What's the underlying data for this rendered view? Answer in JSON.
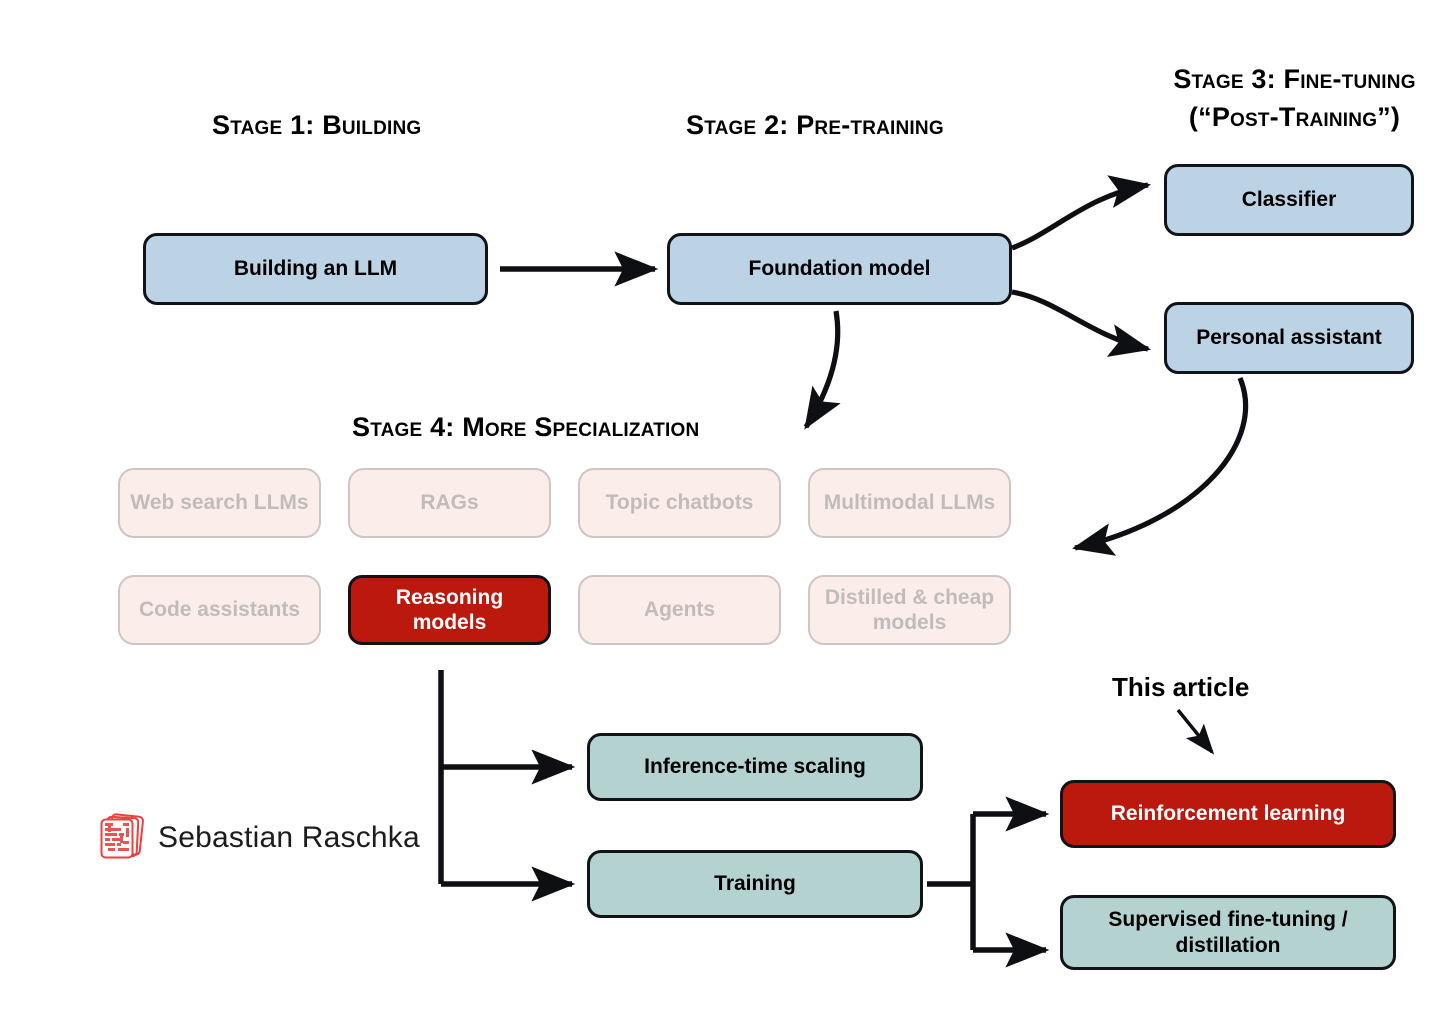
{
  "diagram": {
    "title": "Stages of building and specializing an LLM",
    "background": "#ffffff"
  },
  "colors": {
    "blue_fill": "#bcd3e5",
    "teal_fill": "#b3d2d0",
    "red_fill": "#bb180e",
    "faded_fill": "#fbeeea",
    "faded_border": "#cdc6c3",
    "faded_text": "#c0bcba",
    "outline": "#111317",
    "logo_red": "#e8413f"
  },
  "headings": {
    "stage1": "Stage 1: Building",
    "stage2": "Stage 2: Pre-training",
    "stage3_line1": "Stage 3: Fine-tuning",
    "stage3_line2": "(“Post-Training”)",
    "stage4": "Stage 4: More Specialization"
  },
  "nodes": {
    "building_an_llm": "Building an LLM",
    "foundation_model": "Foundation model",
    "classifier": "Classifier",
    "personal_assistant": "Personal assistant",
    "inference_time_scaling": "Inference-time scaling",
    "training": "Training",
    "reinforcement_learning": "Reinforcement learning",
    "supervised_finetuning": "Supervised fine-tuning / distillation"
  },
  "specializations": [
    {
      "label": "Web search LLMs",
      "highlighted": false
    },
    {
      "label": "RAGs",
      "highlighted": false
    },
    {
      "label": "Topic chatbots",
      "highlighted": false
    },
    {
      "label": "Multimodal LLMs",
      "highlighted": false
    },
    {
      "label": "Code assistants",
      "highlighted": false
    },
    {
      "label": "Reasoning models",
      "highlighted": true
    },
    {
      "label": "Agents",
      "highlighted": false
    },
    {
      "label": "Distilled & cheap models",
      "highlighted": false
    }
  ],
  "annotations": {
    "this_article": "This article"
  },
  "signature": {
    "name": "Sebastian Raschka",
    "logo": "stacked-cards-logo"
  }
}
